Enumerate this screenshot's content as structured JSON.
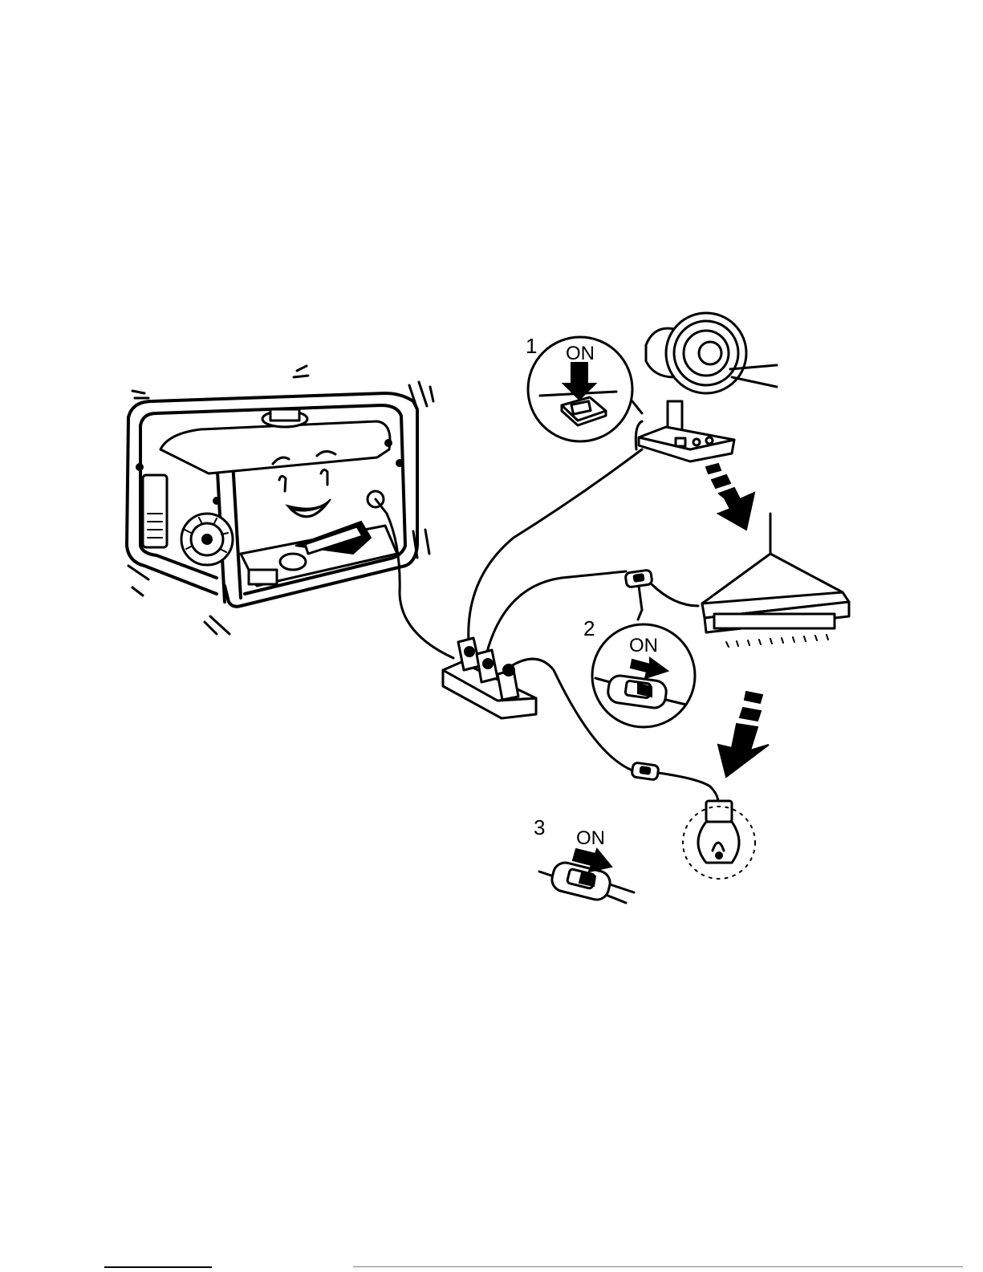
{
  "steps": [
    {
      "number": "1",
      "switch_label": "ON",
      "device": "fan"
    },
    {
      "number": "2",
      "switch_label": "ON",
      "device": "heater"
    },
    {
      "number": "3",
      "switch_label": "ON",
      "device": "light-bulb"
    }
  ],
  "colors": {
    "line": "#000000",
    "background": "#ffffff"
  }
}
